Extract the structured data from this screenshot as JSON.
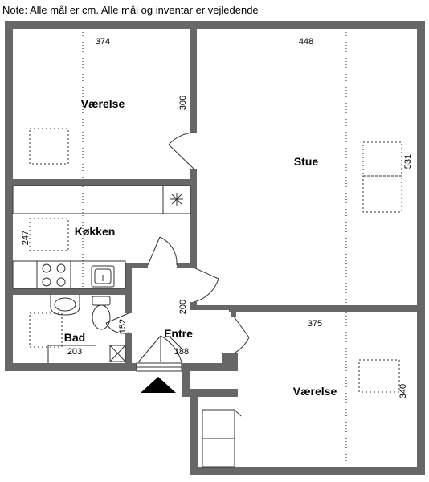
{
  "note": "Note: Alle mål er cm. Alle mål og inventar er vejledende",
  "rooms": {
    "vaerelse_1": "Værelse",
    "stue": "Stue",
    "koekken": "Køkken",
    "bad": "Bad",
    "entre": "Entre",
    "vaerelse_2": "Værelse"
  },
  "dimensions": {
    "vaerelse_1_width": "374",
    "vaerelse_1_height": "306",
    "stue_width": "448",
    "stue_height": "531",
    "koekken_height": "247",
    "bad_width": "203",
    "bad_height": "152",
    "entre_width": "188",
    "entre_height": "200",
    "vaerelse_2_width": "375",
    "vaerelse_2_height": "340"
  },
  "colors": {
    "wall": "#676767",
    "line": "#333333"
  }
}
